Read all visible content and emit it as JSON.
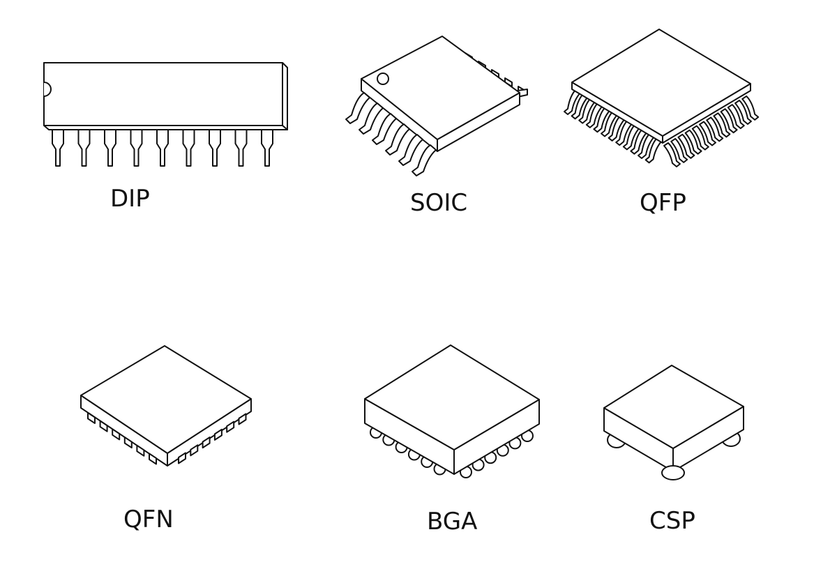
{
  "packages": [
    {
      "id": "dip",
      "label": "DIP"
    },
    {
      "id": "soic",
      "label": "SOIC"
    },
    {
      "id": "qfp",
      "label": "QFP"
    },
    {
      "id": "qfn",
      "label": "QFN"
    },
    {
      "id": "bga",
      "label": "BGA"
    },
    {
      "id": "csp",
      "label": "CSP"
    }
  ],
  "colors": {
    "line": "#111111",
    "fill": "#ffffff",
    "background": "#ffffff"
  }
}
